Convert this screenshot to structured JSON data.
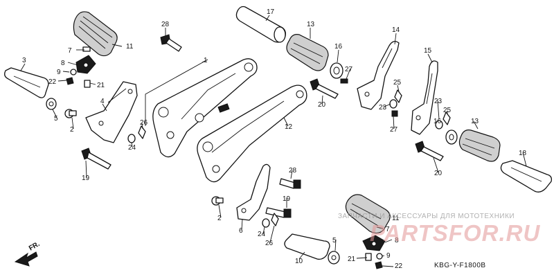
{
  "diagram_code": "KBG-Y-F1800B",
  "front_label": "FR.",
  "watermark": {
    "line1": "ЗАПЧАСТИ И АКСЕССУАРЫ ДЛЯ МОТОТЕХНИКИ",
    "brand": "PARTSFOR.RU"
  },
  "colors": {
    "line": "#111111",
    "watermark": "#e19696"
  },
  "callouts": [
    "28",
    "11",
    "17",
    "13",
    "14",
    "16",
    "15",
    "7",
    "1",
    "3",
    "8",
    "27",
    "9",
    "22",
    "21",
    "25",
    "12",
    "23",
    "4",
    "5",
    "20",
    "16",
    "25",
    "2",
    "26",
    "24",
    "27",
    "11",
    "18",
    "19",
    "28",
    "20",
    "19",
    "2",
    "6",
    "24",
    "26",
    "5",
    "7",
    "8",
    "10",
    "21",
    "9",
    "22"
  ]
}
